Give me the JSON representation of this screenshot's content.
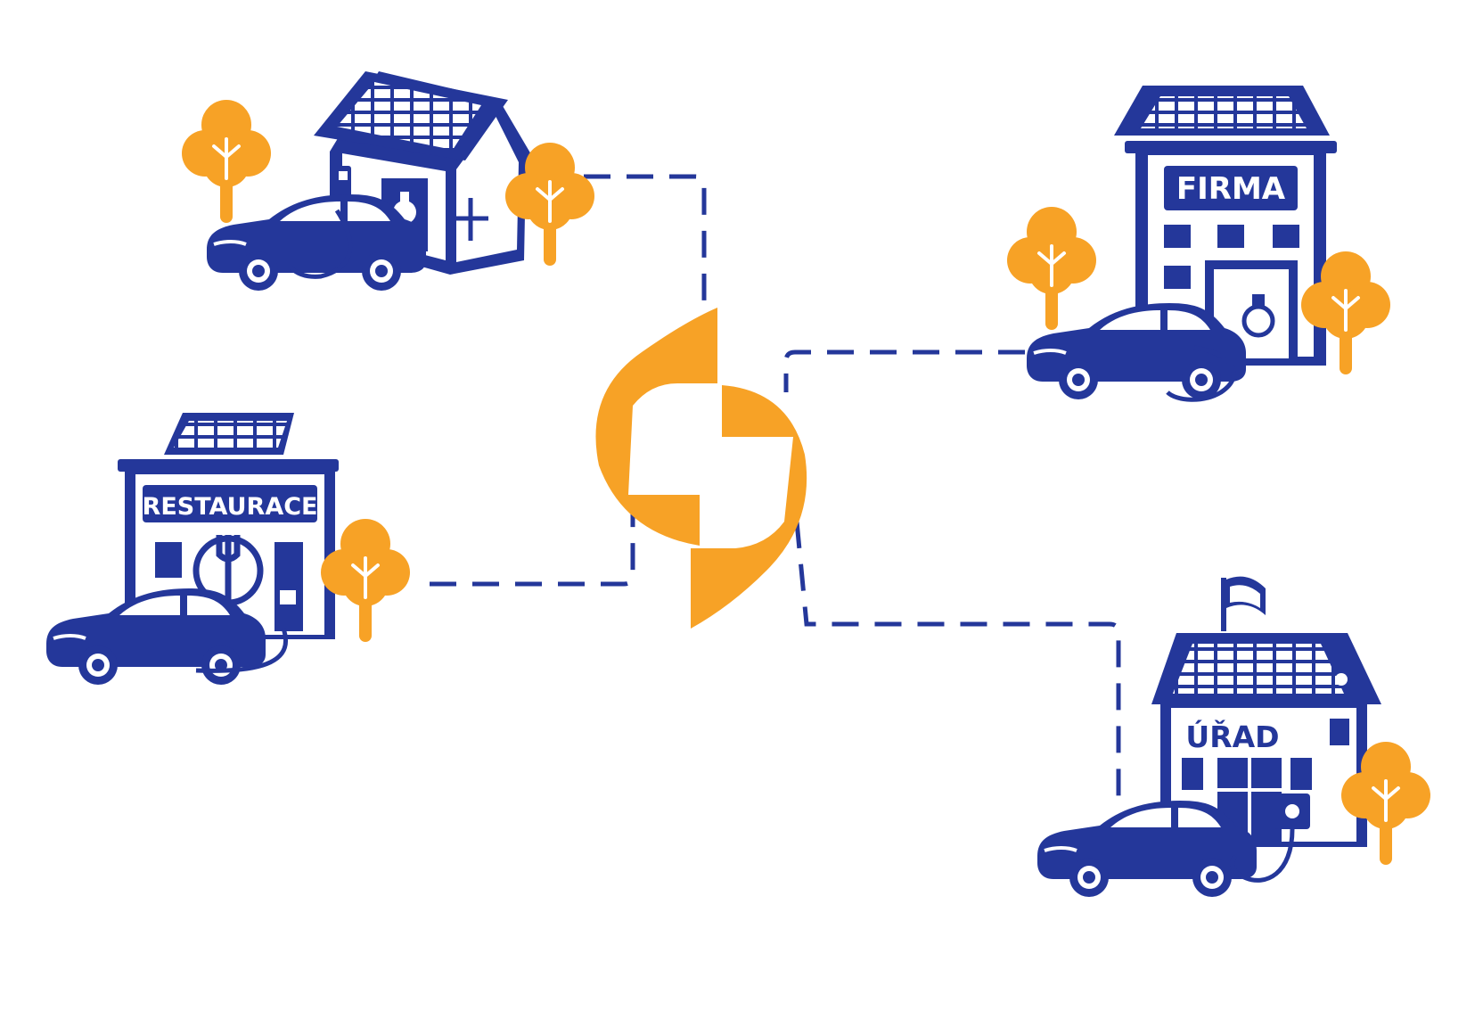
{
  "colors": {
    "navy": "#24379a",
    "orange": "#f7a226",
    "background": "#ffffff"
  },
  "hub": {
    "icon": "lightning-bolt-icon"
  },
  "nodes": {
    "house": {
      "icon": "house-with-solar-and-ev-icon"
    },
    "restaurant": {
      "icon": "restaurant-with-solar-and-ev-icon",
      "sign": "RESTAURACE"
    },
    "company": {
      "icon": "company-with-solar-and-ev-icon",
      "sign": "FIRMA"
    },
    "office": {
      "icon": "office-with-solar-and-ev-icon",
      "sign": "ÚŘAD"
    }
  }
}
